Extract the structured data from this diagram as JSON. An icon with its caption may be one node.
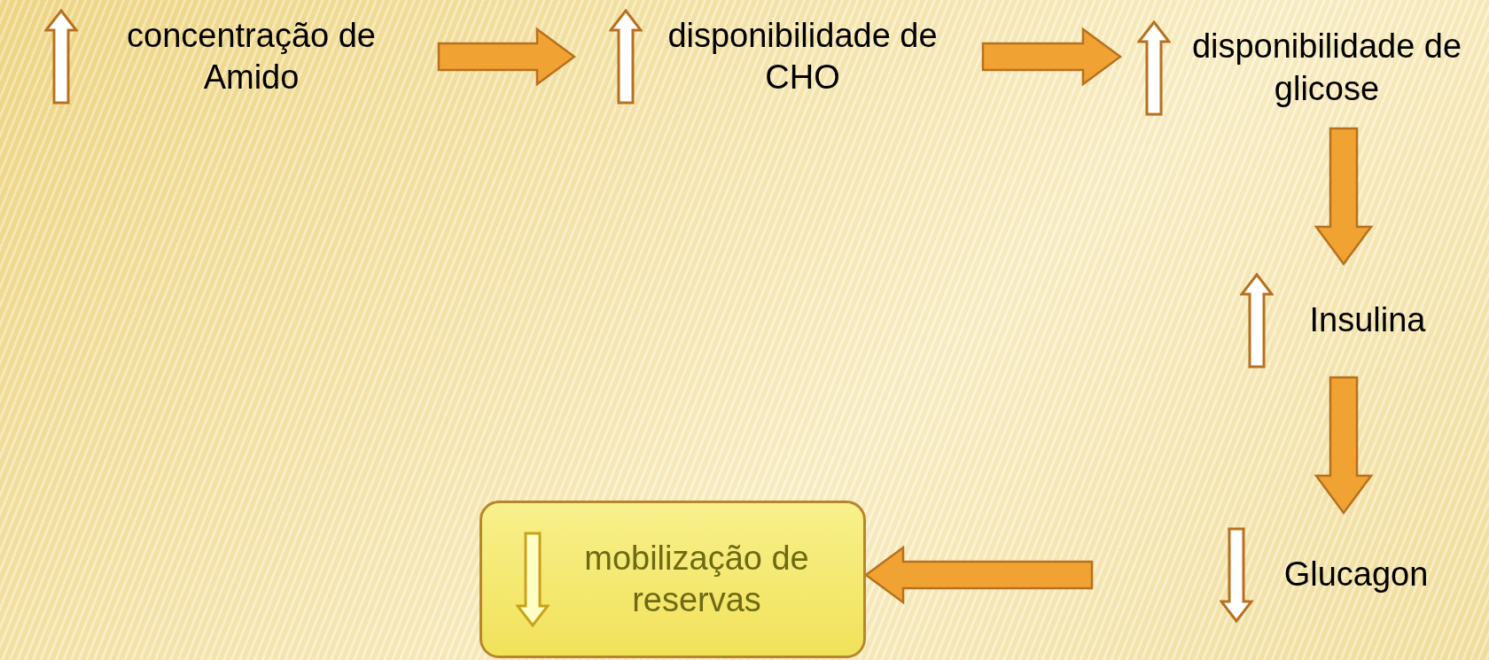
{
  "diagram": {
    "nodes": [
      {
        "text": [
          "concentração de Amido"
        ]
      },
      {
        "text": [
          "disponibilidade de CHO"
        ]
      },
      {
        "text": [
          "disponibilidade de glicose"
        ]
      },
      {
        "text": [
          "Insulina"
        ]
      },
      {
        "text": [
          "Glucagon"
        ]
      },
      {
        "text": [
          "mobilização de reservas"
        ]
      }
    ],
    "edges": [
      {
        "from": 0,
        "to": 1,
        "arrow": "to"
      },
      {
        "from": 1,
        "to": 2,
        "arrow": "to"
      },
      {
        "from": 2,
        "to": 3,
        "arrow": "to"
      },
      {
        "from": 3,
        "to": 4,
        "arrow": "to"
      },
      {
        "from": 4,
        "to": 5,
        "arrow": "to"
      }
    ]
  }
}
